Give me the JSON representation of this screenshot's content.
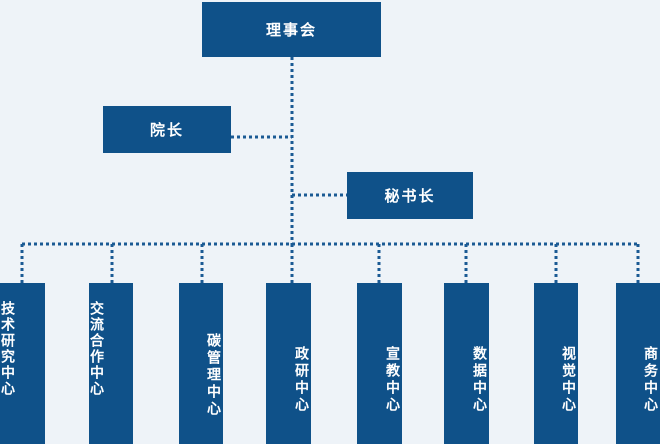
{
  "council": "理事会",
  "president": "院长",
  "secretary_general": "秘书长",
  "centers": [
    {
      "line1": "技术",
      "line2": "研究",
      "line3": "中心",
      "full": "技术研究中心"
    },
    {
      "line1": "交流",
      "line2": "合作",
      "line3": "中心",
      "full": "交流合作中心"
    },
    {
      "full": "碳管理中心"
    },
    {
      "full": "政研中心"
    },
    {
      "full": "宣教中心"
    },
    {
      "full": "数据中心"
    },
    {
      "full": "视觉中心"
    },
    {
      "full": "商务中心"
    }
  ],
  "colors": {
    "box": "#0f5189",
    "line": "#1a5a94",
    "background": "#eef3f8"
  }
}
